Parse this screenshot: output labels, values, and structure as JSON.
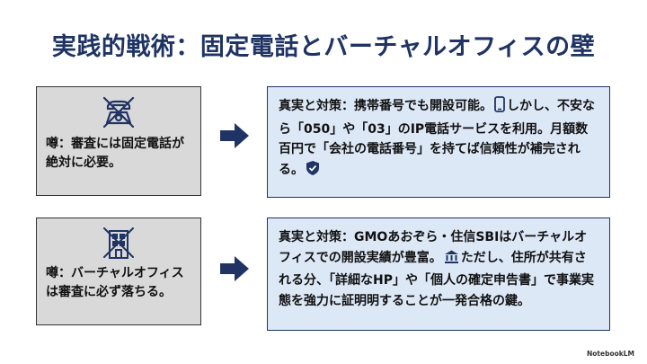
{
  "title": "実践的戦術：固定電話とバーチャルオフィスの壁",
  "rows": [
    {
      "myth_icon": "crossed-phone-icon",
      "myth_text": "噂：審査には固定電話が絶対に必要。",
      "truth_text_1": "真実と対策：携帯番号でも開設可能。",
      "truth_icon_1": "mobile-phone-icon",
      "truth_text_2": "しかし、不安なら「050」や「03」のIP電話サービスを利用。月額数百円で「会社の電話番号」を持てば信頼性が補完される。",
      "truth_icon_2": "shield-check-icon"
    },
    {
      "myth_icon": "crossed-building-icon",
      "myth_text": "噂：バーチャルオフィスは審査に必ず落ちる。",
      "truth_text_1": "真実と対策：GMOあおぞら・住信SBIはバーチャルオフィスでの開設実績が豊富。",
      "truth_icon_1": "bank-icon",
      "truth_text_2": "ただし、住所が共有される分、「詳細なHP」や「個人の確定申告書」で事業実態を強力に証明明することが一発合格の鍵。"
    }
  ],
  "brand": "NotebookLM",
  "colors": {
    "navy": "#1f3464",
    "myth_bg": "#d9d9d9",
    "truth_bg": "#dde8f7"
  }
}
